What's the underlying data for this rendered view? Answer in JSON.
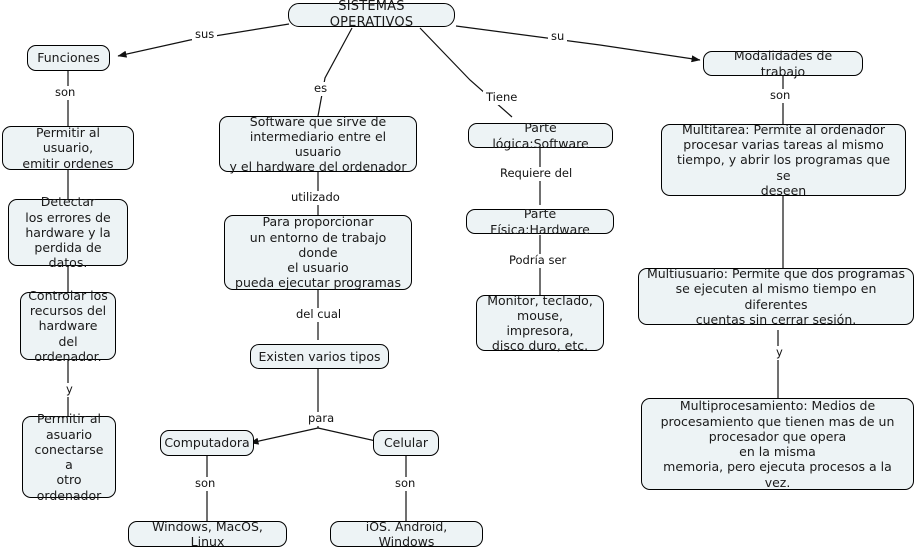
{
  "map": {
    "title": "SISTEMAS OPERATIVOS",
    "node_fill": "#edf3f5",
    "node_stroke": "#000000",
    "edge_color": "#1a1a1a",
    "background": "#ffffff"
  },
  "nodes": {
    "root": "SISTEMAS OPERATIVOS",
    "funciones": "Funciones",
    "permitir_ordenes": "Permitir al usuario,\nemitir ordenes",
    "detectar_errores": "Detectar\nlos errores de\nhardware y la\nperdida de datos.",
    "controlar_recursos": "Controlar los\nrecursos del\nhardware del\nordenador.",
    "permitir_conectarse": "Permitir al\nasuario\nconectarse a\notro\nordenador",
    "software_intermediario": "Software que sirve de\nintermediario entre el usuario\ny el hardware del ordenador",
    "proporcionar_entorno": "Para proporcionar\nun entorno de trabajo donde\nel usuario\npueda ejecutar programas",
    "existen_tipos": "Existen varios tipos",
    "computadora": "Computadora",
    "celular": "Celular",
    "so_computadora": "Windows, MacOS, Linux",
    "so_celular": "iOS. Android, Windows",
    "parte_logica": "Parte lógica:Software",
    "parte_fisica": "Parte Física:Hardware",
    "perifericos": "Monitor, teclado,\nmouse, impresora,\ndisco duro, etc.",
    "modalidades": "Modalidades de trabajo",
    "multitarea": "Multitarea: Permite al ordenador\nprocesar varias tareas al mismo\ntiempo, y abrir los programas que se\ndeseen",
    "multiusuario": "Multiusuario: Permite que dos programas\nse ejecuten al mismo tiempo en diferentes\ncuentas sin cerrar sesión.",
    "multiprocesamiento": "Multiprocesamiento: Medios de\nprocesamiento que tienen mas de un\nprocesador que opera\nen la misma\nmemoria, pero ejecuta procesos a la vez."
  },
  "edge_labels": {
    "root_to_funciones": "sus",
    "root_to_software": "es",
    "root_to_partelogica": "Tiene",
    "root_to_modalidades": "su",
    "funciones_to_permitir": "son",
    "software_to_proporcionar": "utilizado",
    "proporcionar_to_existen": "del cual",
    "existen_to_dispositivos": "para",
    "computadora_to_so": "son",
    "celular_to_so": "son",
    "partelogica_to_partefisica": "Requiere del",
    "partefisica_to_perifericos": "Podría ser",
    "modalidades_to_multitarea": "son",
    "controlar_to_permitir": "y",
    "multiusuario_to_multiproc": "y"
  }
}
